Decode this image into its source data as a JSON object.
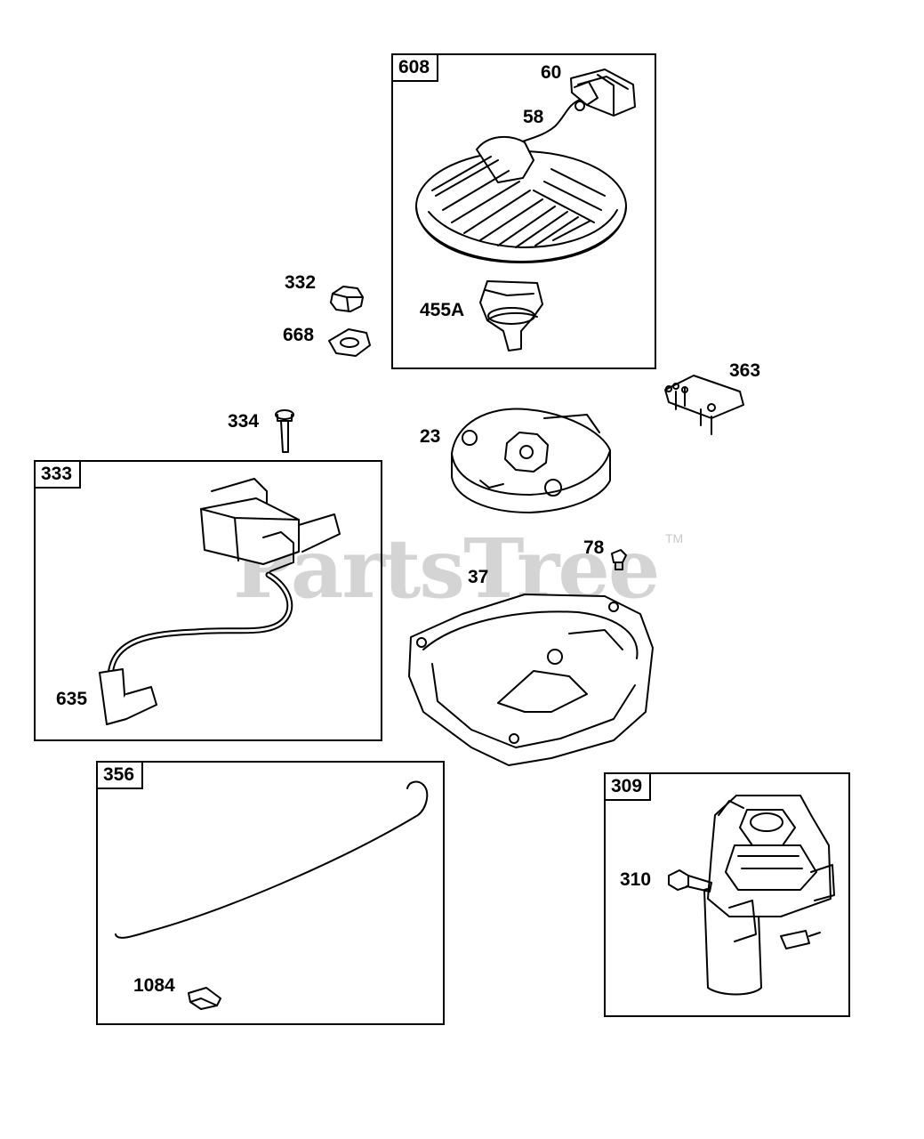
{
  "watermark": {
    "brand": "PartsTree",
    "trademark": "TM"
  },
  "boxes": {
    "b608": "608",
    "b333": "333",
    "b356": "356",
    "b309": "309"
  },
  "labels": {
    "p60": "60",
    "p58": "58",
    "p455A": "455A",
    "p332": "332",
    "p668": "668",
    "p363": "363",
    "p334": "334",
    "p23": "23",
    "p78": "78",
    "p37": "37",
    "p635": "635",
    "p1084": "1084",
    "p310": "310"
  }
}
